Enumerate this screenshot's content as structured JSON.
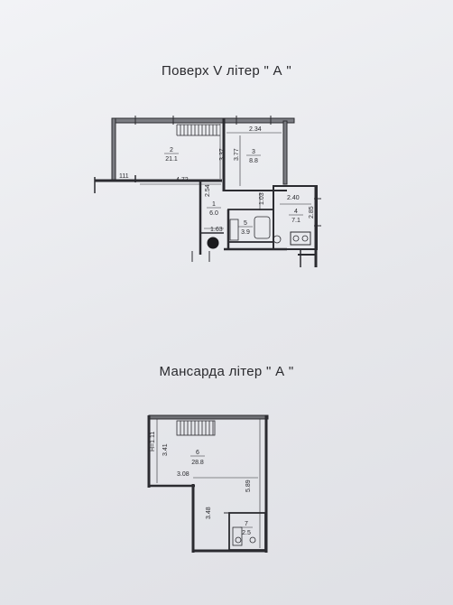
{
  "floor_plan": {
    "title": "Поверх  V  літер \" А \"",
    "rooms": [
      {
        "num": "2",
        "area": "21.1"
      },
      {
        "num": "3",
        "area": "8.8"
      },
      {
        "num": "1",
        "area": "6.0"
      },
      {
        "num": "5",
        "area": "3.9"
      },
      {
        "num": "4",
        "area": "7.1"
      }
    ],
    "dims": {
      "d111": "111",
      "d472": "4.72",
      "d337": "3.37",
      "d234": "2.34",
      "d377": "3.77",
      "d254": "2.54",
      "d103": "1.03",
      "d240": "2.40",
      "d285": "2.85",
      "d163": "1.63"
    }
  },
  "attic_plan": {
    "title": "Мансарда  літер \" А \"",
    "rooms": [
      {
        "num": "6",
        "area": "28.8"
      },
      {
        "num": "7",
        "area": "2.5"
      }
    ],
    "dims": {
      "h": "Н=1.11",
      "d341": "3.41",
      "d308": "3.08",
      "d589": "5.89",
      "d348": "3.48"
    }
  }
}
